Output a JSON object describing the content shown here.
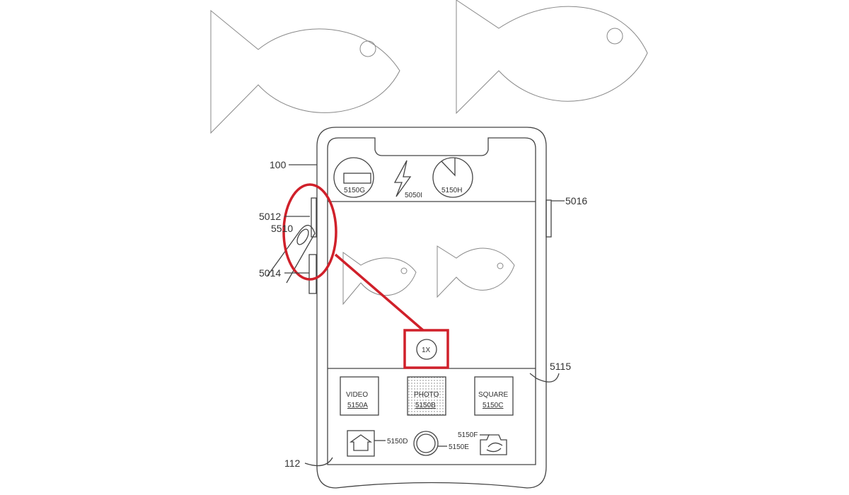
{
  "figure": {
    "labels": {
      "device": "100",
      "button_upper": "5012",
      "finger": "5510",
      "button_lower": "5014",
      "side_button": "5016",
      "camera_ui": "5115",
      "touch_screen": "112",
      "flash_icon_label": "5050I",
      "indicator_left": "5150G",
      "indicator_right": "5150H",
      "home_label": "5150D",
      "shutter_label": "5150E",
      "switch_camera_label": "5150F"
    },
    "modes": [
      {
        "name": "VIDEO",
        "ref": "5150A",
        "selected": false
      },
      {
        "name": "PHOTO",
        "ref": "5150B",
        "selected": true
      },
      {
        "name": "SQUARE",
        "ref": "5150C",
        "selected": false
      }
    ],
    "zoom_label": "1X",
    "highlight_color": "#d0202a"
  }
}
